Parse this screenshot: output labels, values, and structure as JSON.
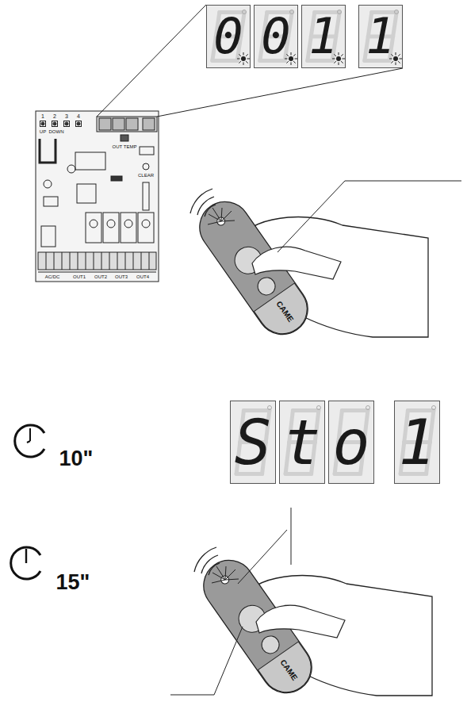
{
  "diagram": {
    "nodes": [
      {
        "text": [
          "0"
        ]
      },
      {
        "text": [
          "0"
        ]
      },
      {
        "text": [
          "1"
        ]
      },
      {
        "text": [
          "1"
        ]
      },
      {
        "text": [
          "S"
        ]
      },
      {
        "text": [
          "t"
        ]
      },
      {
        "text": [
          "o"
        ]
      },
      {
        "text": [
          "1"
        ]
      }
    ],
    "labels": [
      "1",
      "2",
      "3",
      "4",
      "UP",
      "DOWN",
      "OUT TEMP",
      "CLEAR",
      "AC/DC",
      "OUT1",
      "OUT2",
      "OUT3",
      "OUT4",
      "CAME",
      "10\"",
      "15\"",
      "CAME"
    ]
  }
}
